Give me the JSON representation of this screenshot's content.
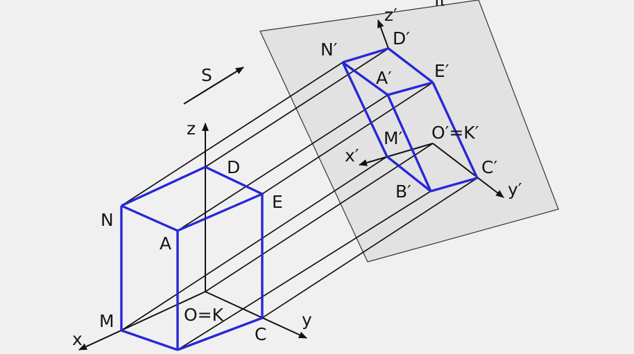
{
  "colors": {
    "background": "#f0f0f0",
    "plane_fill": "#e2e2e2",
    "plane_stroke": "#333333",
    "edges": "#2727d6",
    "projectors": "#111111",
    "axes": "#111111"
  },
  "plane": {
    "label": "π"
  },
  "direction": {
    "label": "S"
  },
  "original": {
    "axes": {
      "x": "x",
      "y": "y",
      "z": "z"
    },
    "vertices": {
      "N": "N",
      "D": "D",
      "E": "E",
      "A": "A",
      "M": "M",
      "O": "O=K",
      "C": "C"
    }
  },
  "projection": {
    "axes": {
      "x": "x′",
      "y": "y′",
      "z": "z′"
    },
    "vertices": {
      "N": "N′",
      "D": "D′",
      "E": "E′",
      "A": "A′",
      "M": "M′",
      "O": "O′=K′",
      "C": "C′",
      "B": "B′"
    }
  }
}
